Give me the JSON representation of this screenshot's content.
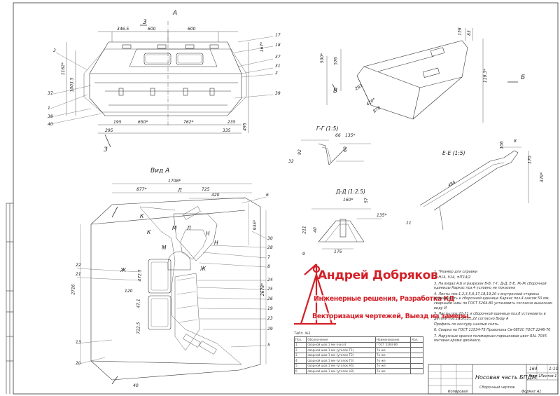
{
  "views": {
    "section_a": "А",
    "section_3_top": "3",
    "section_3_bottom": "З",
    "view_a_caption": "Вид А",
    "section_v": "В",
    "section_b": "Б",
    "section_gg": "Г-Г (1:5)",
    "section_ee": "Е-Е (1:5)",
    "section_dd": "Д-Д (1:2.5)"
  },
  "dims_top": {
    "d1": "346.5",
    "d2": "600",
    "d3": "600",
    "d4": "167*",
    "d5": "1162*",
    "d6": "1003.5",
    "d7": "195",
    "d8": "650*",
    "d9": "762*",
    "d10": "235",
    "d11": "295",
    "d12": "335",
    "d13": "495"
  },
  "leaders_top": {
    "l17": "17",
    "l18": "18",
    "l37r": "37",
    "l31": "31",
    "l2": "2",
    "l39": "39",
    "l3": "3",
    "l37": "37",
    "l1": "1",
    "l38": "38",
    "l40": "40"
  },
  "dims_side": {
    "d1": "500*",
    "d2": "576",
    "d3": "158",
    "d4": "83",
    "d5": "119.3*",
    "d6": "293",
    "d7": "420*",
    "d8": "878"
  },
  "dims_plan": {
    "d1": "1708*",
    "d2": "877*",
    "d3": "725",
    "d4": "420",
    "d5": "935*",
    "d6": "2716",
    "d7": "472.5",
    "d8": "120",
    "d9": "47.1",
    "d10": "722.5",
    "d11": "40",
    "d12": "2678*"
  },
  "leaders_plan": {
    "l6": "6",
    "l30": "30",
    "l28": "28",
    "l7": "7",
    "l8": "8",
    "l24": "24",
    "l25": "25",
    "l26": "26",
    "l19": "19",
    "l23": "23",
    "l29": "29",
    "l5": "5",
    "l22": "22",
    "l21": "21",
    "l13": "13",
    "l20": "20"
  },
  "cut_labels": {
    "k1": "К",
    "k2": "К",
    "l1": "Л",
    "l2": "Л",
    "m1": "М",
    "m2": "М",
    "n1": "Н",
    "n2": "Н",
    "zh1": "Ж",
    "zh2": "Ж"
  },
  "section_dims": {
    "gg_66": "66",
    "gg_135": "135*",
    "gg_32": "32",
    "gg_92": "92",
    "gg_60": "60",
    "ee_8": "8",
    "ee_106": "106",
    "ee_170": "170",
    "ee_379": "379*",
    "ee_484": "484",
    "ee_11": "11",
    "dd_160": "160*",
    "dd_57": "57",
    "dd_135": "135*",
    "dd_211": "211",
    "dd_40": "40",
    "dd_175": "175",
    "dd_9": "9"
  },
  "watermark": {
    "name": "Андрей Добряков",
    "line1": "Инженерные решения, Разработка КД",
    "line2": "Векторизация чертежей, Выезд на замеры.",
    "brand_color": "#d32027"
  },
  "notes": [
    "1. *Размер для справки",
    "2. Н14, h14, ±IT14/2",
    "3. На видах А,Б и разрезах В-В, Г-Г, Д-Д, Е-Е, Ж-Ж сборочной единицы Каркас поз.4 условно не показана",
    "4. Листы поз.1,2,3,5,6,17,18,19,20 с внутренней стороны приваривать к сборочной единице Каркас поз.4 шагом 50 мм, сварными швы по ГОСТ 5264-80 установить согласно выноскам виду И",
    "5. Листы поз.21-31 и сборочной единица поз.8 установить в детали поз.19,20,21,22 согласно Виду А",
    "Профиль по контуру нахлыв снять.",
    "6. Сварка по ГОСТ 11534-75 Проволока Св-08Г2С ГОСТ 2246-70",
    "7. Наружные краски полимерная порошковая цвет RAL 7035 матовая кроме двойного."
  ],
  "spec_table": {
    "header": [
      "Поз.",
      "Обозначение",
      "Наименование",
      "Кол."
    ],
    "rows": [
      [
        "1",
        "сварной шов 1 мм (нахл)",
        "ГОСТ 5264-80",
        ""
      ],
      [
        "2",
        "сварной шов 1 мм (уголок Т1)",
        "То же",
        ""
      ],
      [
        "3",
        "сварной шов 1 мм (уголок Т2)",
        "То же",
        ""
      ],
      [
        "4",
        "сварной шов 1 мм (уголок Т3)",
        "То же",
        ""
      ],
      [
        "5",
        "сварной шов 1 мм (уголок Н1)",
        "То же",
        ""
      ],
      [
        "6",
        "сварной шов 1 мм (уголок Н2)",
        "То же",
        ""
      ]
    ],
    "caption": "Табл. №1"
  },
  "title_block": {
    "title": "Носовая часть БПДМ",
    "subtitle": "Сборочный чертеж",
    "mass": "164",
    "scale": "1:10",
    "sheet": "Лист 1",
    "sheets": "Листов 1",
    "format": "Формат А1",
    "copied": "Копировал"
  },
  "line_color": "#333333"
}
